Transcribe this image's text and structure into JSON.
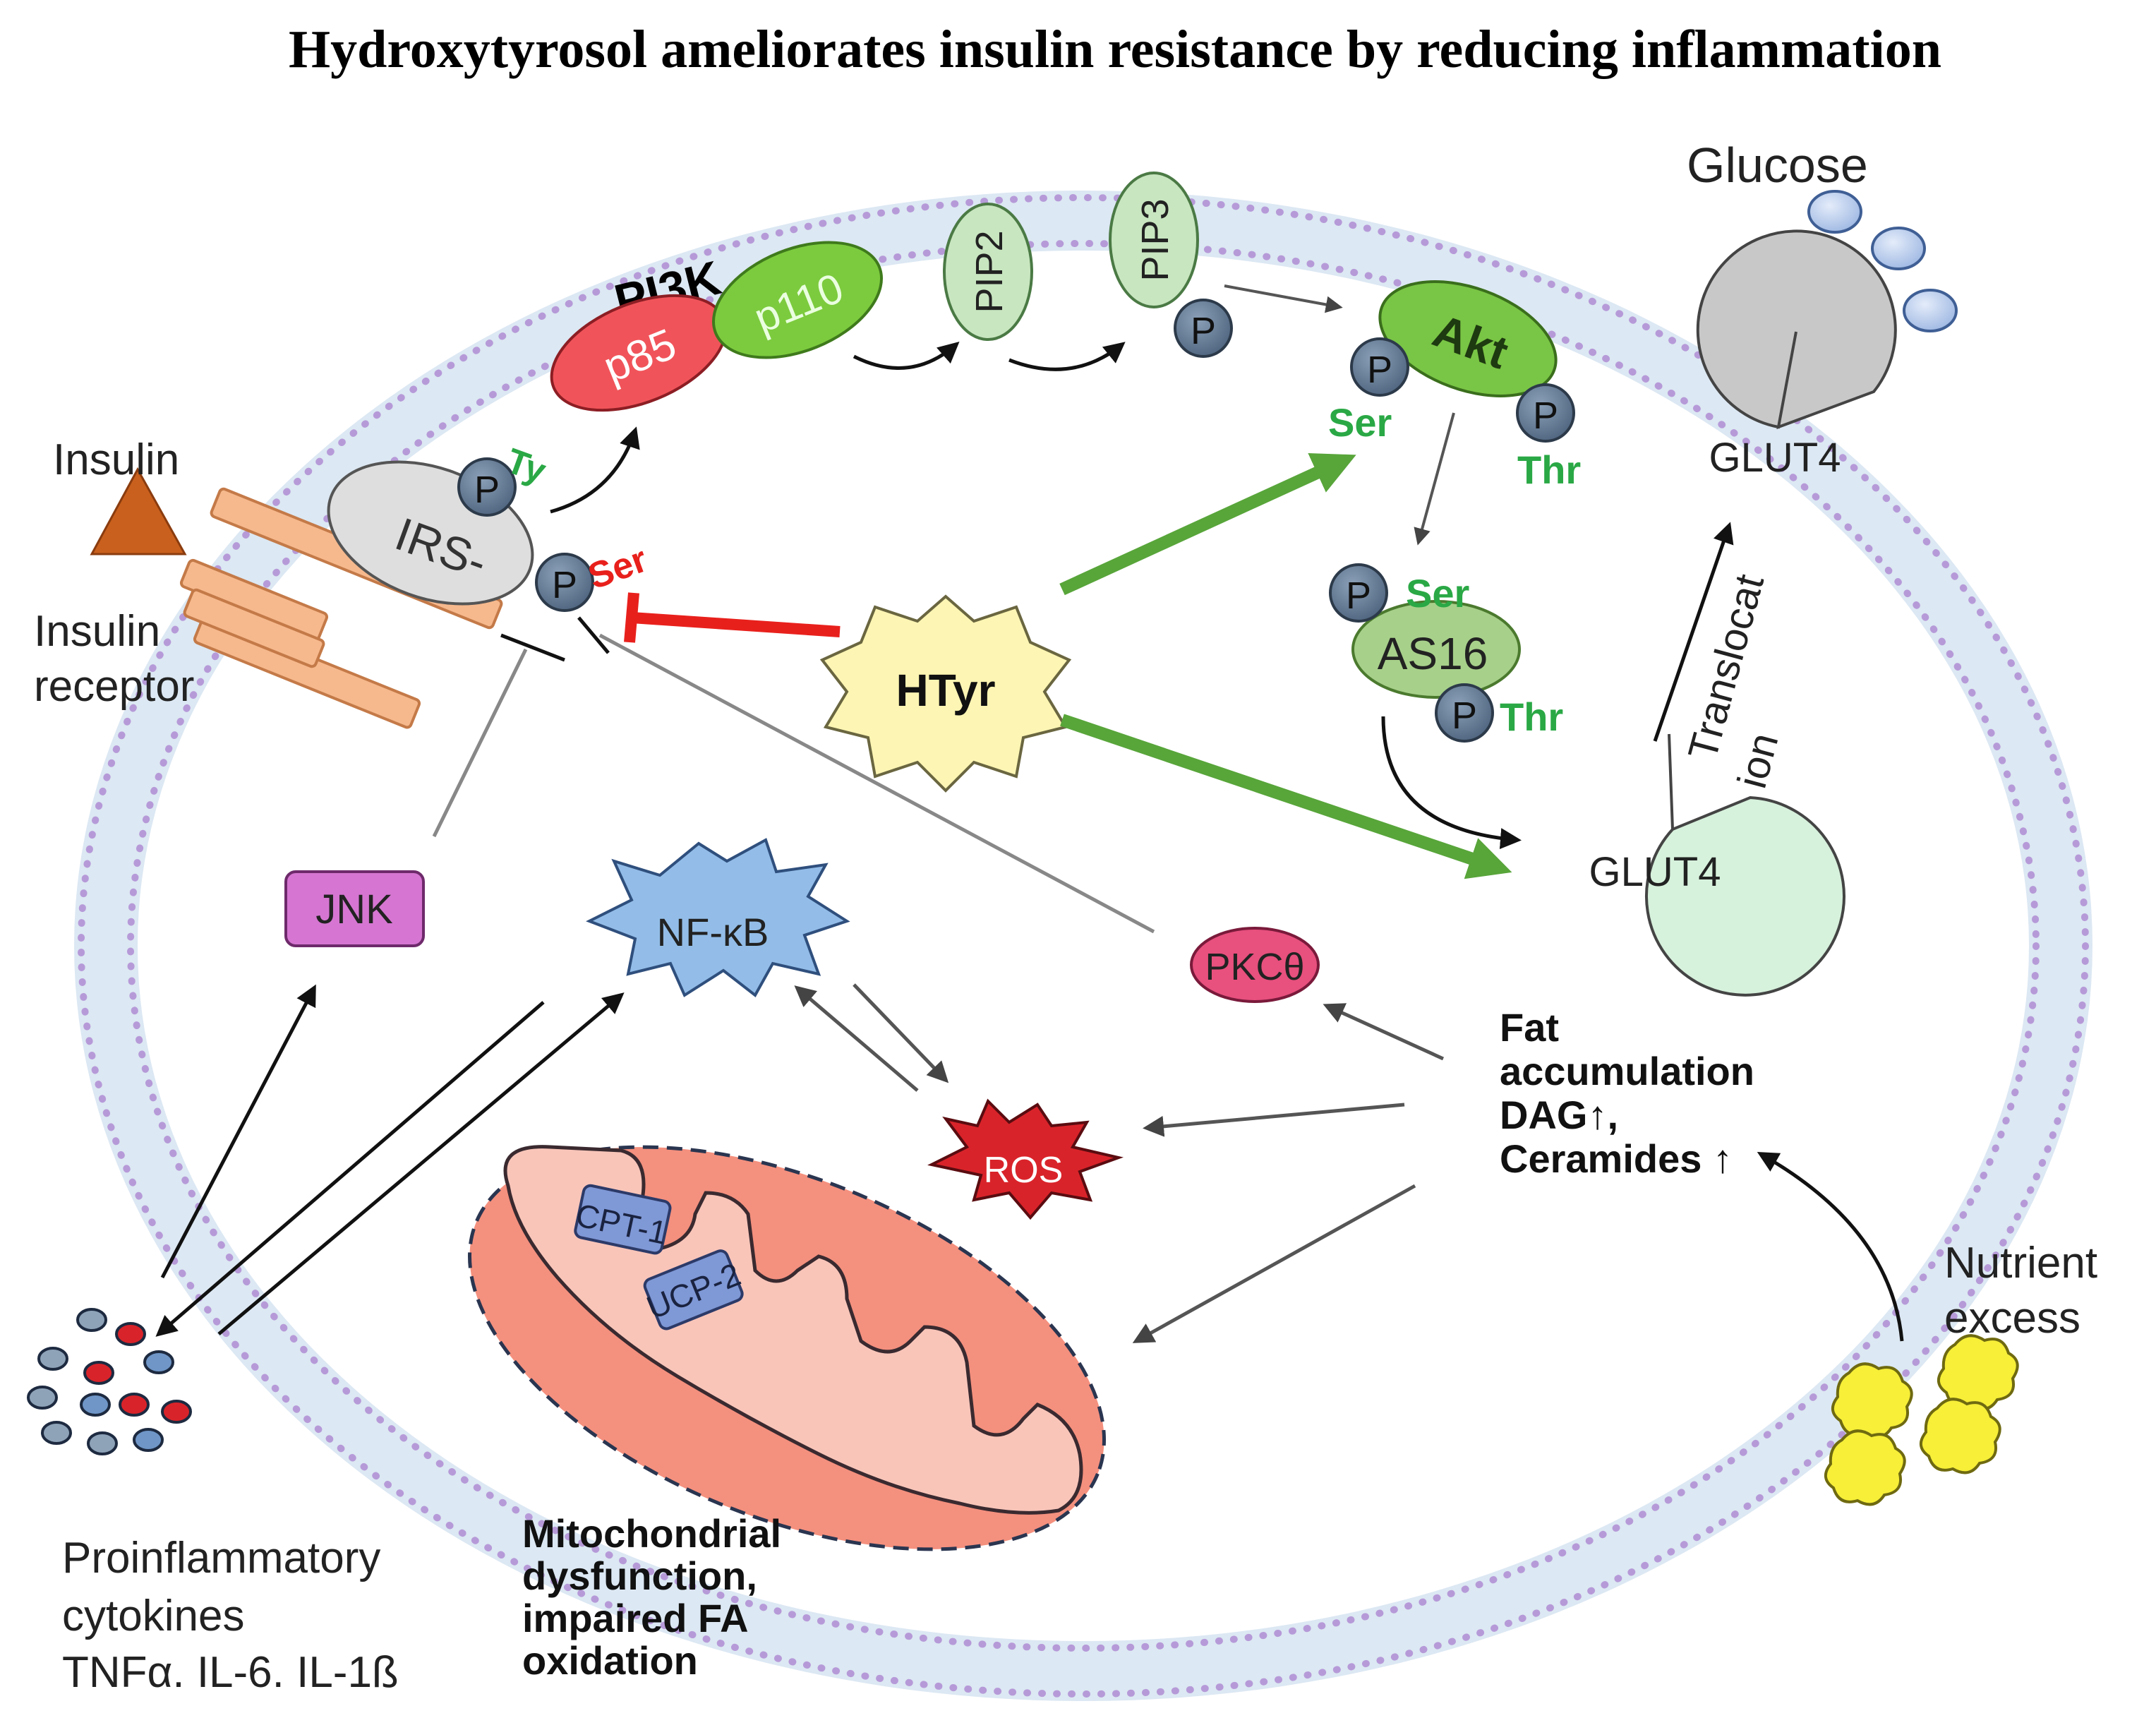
{
  "title": "Hydroxytyrosol ameliorates insulin resistance by reducing inflammation",
  "labels": {
    "glucose": "Glucose",
    "pi3k": "PI3K",
    "p85": "p85",
    "p110": "p110",
    "pip2": "PIP2",
    "pip3": "PIP3",
    "akt": "Akt",
    "ser": "Ser",
    "thr": "Thr",
    "ty": "Ty",
    "p": "P",
    "insulin": "Insulin",
    "insulin_receptor_line1": "Insulin",
    "insulin_receptor_line2": "receptor",
    "irs": "IRS-",
    "htyr": "HTyr",
    "as160": "AS16",
    "glut4": "GLUT4",
    "translocation_line1": "Translocat",
    "translocation_line2": "ion",
    "jnk": "JNK",
    "nfkb": "NF-κB",
    "pkc": "PKCθ",
    "ros": "ROS",
    "cpt1": "CPT-1",
    "ucp2": "UCP-2",
    "fat_line1": "Fat",
    "fat_line2": "accumulation",
    "fat_line3": "DAG↑,",
    "fat_line4": "Ceramides ↑",
    "nutrient_line1": "Nutrient",
    "nutrient_line2": "excess",
    "mito_line1": "Mitochondrial",
    "mito_line2": "dysfunction,",
    "mito_line3": "impaired FA",
    "mito_line4": "oxidation",
    "cyto_line1": "Proinflammatory",
    "cyto_line2": "cytokines",
    "cyto_line3": "TNFα. IL-6. IL-1ß"
  },
  "colors": {
    "membrane": "#dce8f3",
    "membrane_dots": "#b69ad8",
    "activation_arrow": "#58a53a",
    "inhibition": "#e8201c",
    "phospho_green_text": "#2aa845",
    "p85": "#f0545a",
    "p110": "#7ccb3e",
    "pip": "#c8e6c0",
    "akt": "#79c545",
    "as160": "#a7d08a",
    "glut4_gray": "#c8c8c8",
    "glut4_green": "#d6f1dc",
    "jnk": "#d676d2",
    "nfkb": "#93bde8",
    "pkc": "#e8507e",
    "ros": "#d9232a",
    "mito_outer": "#f4907e",
    "mito_inner": "#f9c5b9",
    "cpt": "#7f98d6",
    "insulin": "#c9601d",
    "receptor": "#f6b98d",
    "htyr": "#fdf5b3",
    "nutrient": "#f7ef38",
    "phospho": "#5f7590",
    "glucose": "#b9cdee"
  }
}
